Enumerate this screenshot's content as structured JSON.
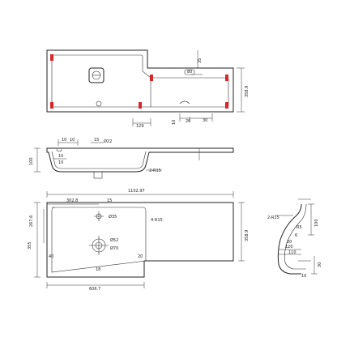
{
  "colors": {
    "line": "#222222",
    "accent_marker": "#d8262b",
    "background": "#ffffff"
  },
  "top_view": {
    "labels": {
      "d_35": "35",
      "d_80": "80",
      "d_129": "129",
      "d_20": "20",
      "d_30": "30",
      "d_358_9": "358.9",
      "d_10": "10"
    }
  },
  "side_view": {
    "labels": {
      "d_10a": "10",
      "d_10b": "10",
      "d_15": "15",
      "d_100": "100",
      "dia_22": "Ø22",
      "d_10c": "10",
      "d_10d": "10",
      "d_2r15": "2-R15"
    }
  },
  "bottom_view": {
    "labels": {
      "d_1102_97": "1102.97",
      "d_302_8": "302.8",
      "d_15": "15",
      "d_267_6": "267.6",
      "dia_35": "Ø35",
      "d_4r15": "4-R15",
      "dia_52": "Ø52",
      "dia_70": "Ø70",
      "d_355": "355",
      "d_358_9": "358.9",
      "d_40": "40",
      "d_18": "18",
      "d_20": "20",
      "d_606_7": "606.7"
    }
  },
  "section_view": {
    "labels": {
      "d_2r15": "2-R15",
      "d_100": "100",
      "d_6": "6",
      "d_R5": "R5",
      "d_20": "20",
      "d_120": "120",
      "d_110": "110",
      "d_30": "30",
      "d_10": "10"
    }
  }
}
